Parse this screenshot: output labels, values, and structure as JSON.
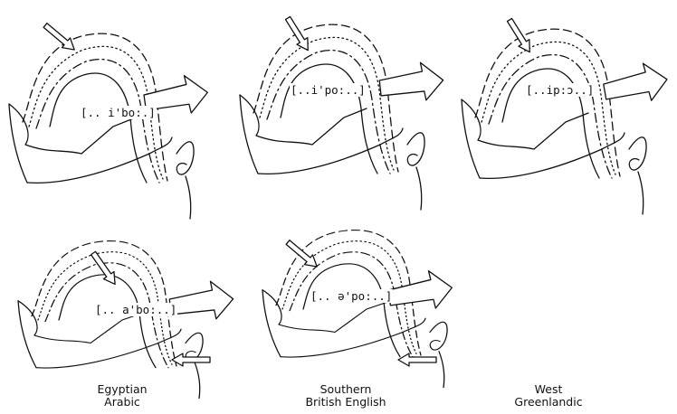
{
  "panels": [
    {
      "transcription": "[.. i'bo:.]"
    },
    {
      "transcription": "[..i'po:..]"
    },
    {
      "transcription": "[..ip:ɔ..]"
    },
    {
      "transcription": "[.. a'bo:..]"
    },
    {
      "transcription": "[.. ə'po:..]"
    }
  ],
  "captions": {
    "col1": {
      "line1": "Egyptian",
      "line2": "Arabic"
    },
    "col2": {
      "line1": "Southern",
      "line2": "British English"
    },
    "col3": {
      "line1": "West",
      "line2": "Greenlandic"
    }
  }
}
